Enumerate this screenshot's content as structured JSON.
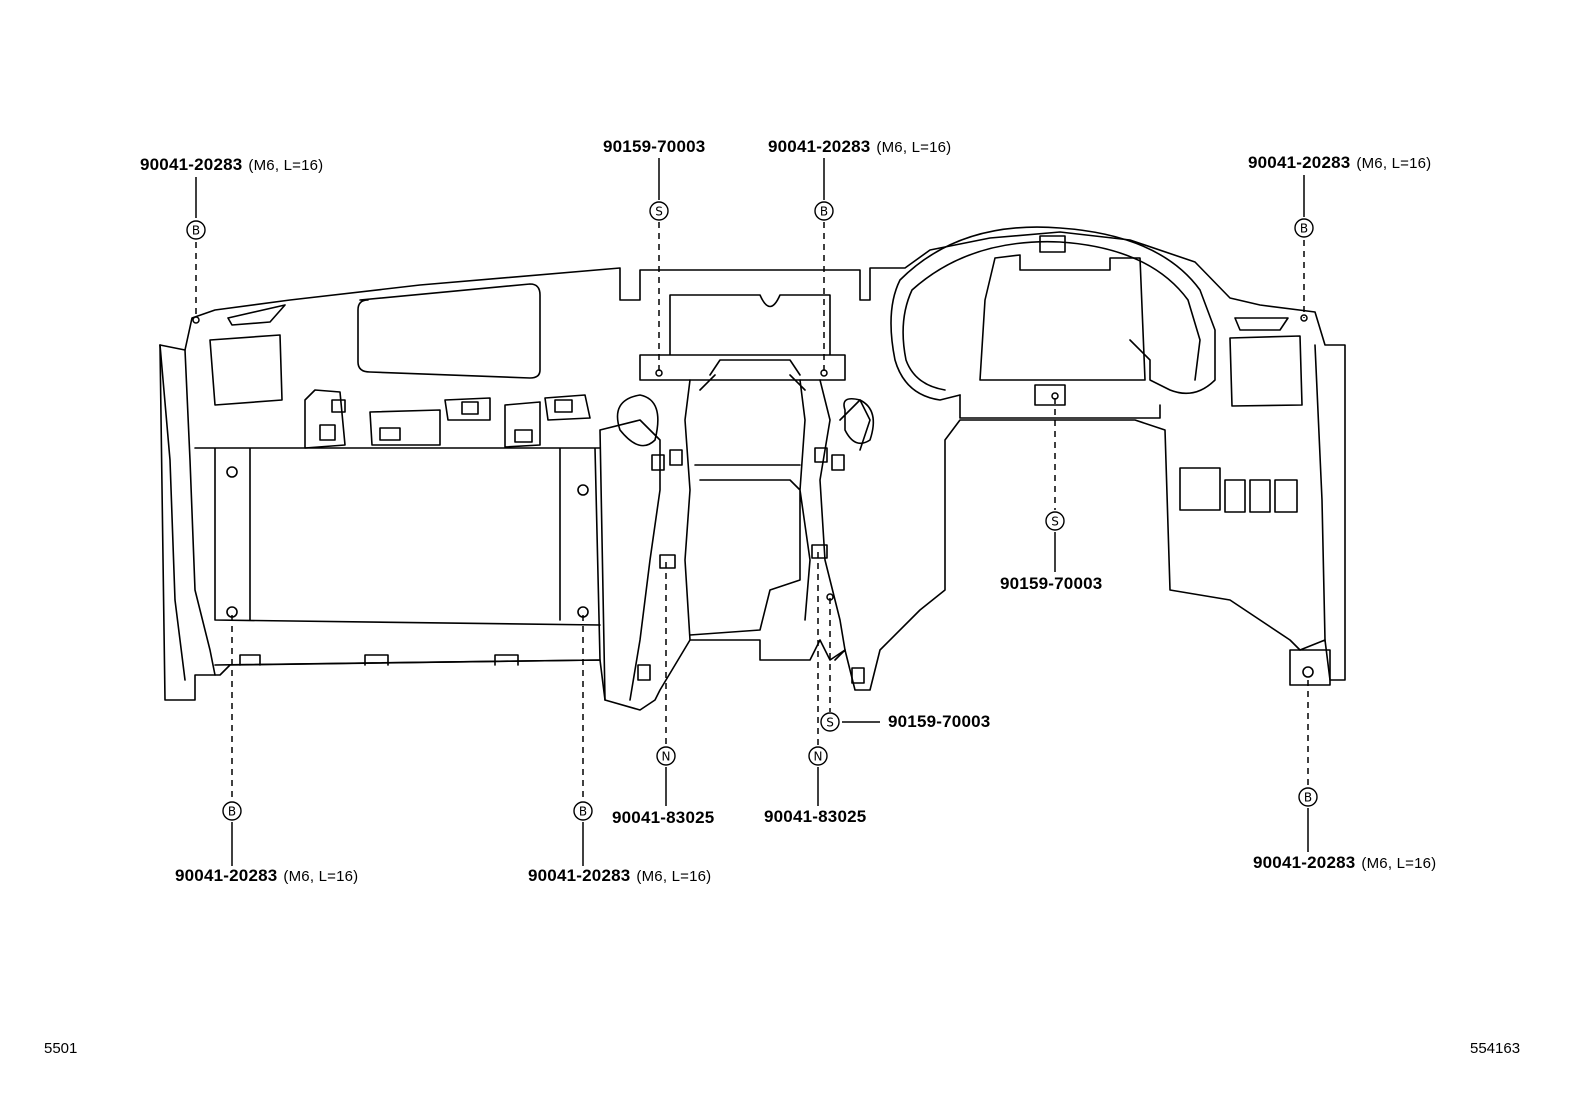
{
  "footer": {
    "left_code": "5501",
    "right_code": "554163"
  },
  "callouts": [
    {
      "id": "c1",
      "part": "90041-20283",
      "spec": "(M6, L=16)",
      "marker": "B"
    },
    {
      "id": "c2",
      "part": "90159-70003",
      "spec": "",
      "marker": "S"
    },
    {
      "id": "c3",
      "part": "90041-20283",
      "spec": "(M6, L=16)",
      "marker": "B"
    },
    {
      "id": "c4",
      "part": "90041-20283",
      "spec": "(M6, L=16)",
      "marker": "B"
    },
    {
      "id": "c5",
      "part": "90159-70003",
      "spec": "",
      "marker": "S"
    },
    {
      "id": "c6",
      "part": "90159-70003",
      "spec": "",
      "marker": "S"
    },
    {
      "id": "c7",
      "part": "90041-83025",
      "spec": "",
      "marker": "N"
    },
    {
      "id": "c8",
      "part": "90041-83025",
      "spec": "",
      "marker": "N"
    },
    {
      "id": "c9",
      "part": "90041-20283",
      "spec": "(M6, L=16)",
      "marker": "B"
    },
    {
      "id": "c10",
      "part": "90041-20283",
      "spec": "(M6, L=16)",
      "marker": "B"
    },
    {
      "id": "c11",
      "part": "90041-20283",
      "spec": "(M6, L=16)",
      "marker": "B"
    }
  ]
}
